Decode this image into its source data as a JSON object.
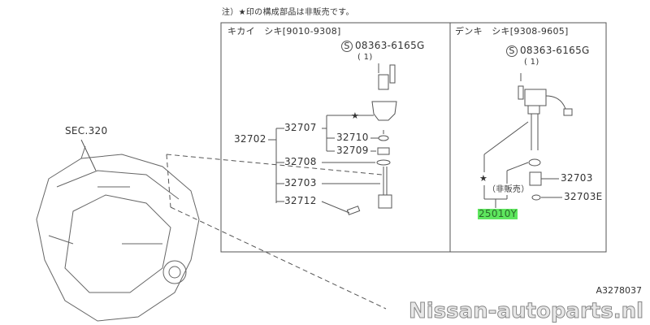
{
  "note": "注）★印の構成部品は非販売です。",
  "sec_ref": "SEC.320",
  "left_box": {
    "title": "キカイ　シキ[9010-9308]",
    "bolt_part": "08363-6165G",
    "bolt_qty": "( 1)",
    "parts": {
      "assembly": "32702",
      "sub": "32707",
      "p1": "32710",
      "p2": "32709",
      "p3": "32708",
      "p4": "32703",
      "p5": "32712"
    },
    "star": "★"
  },
  "right_box": {
    "title": "デンキ　シキ[9308-9605]",
    "bolt_part": "08363-6165G",
    "bolt_qty": "( 1)",
    "not_sold": "（非販売）",
    "star": "★",
    "parts": {
      "p1": "32703",
      "p2": "32703E",
      "assembly": "25010Y"
    }
  },
  "s_mark": "S",
  "highlight_color": "#5ee65e",
  "diagram_code": "A3278037",
  "watermark": "Nissan-autoparts.nl"
}
